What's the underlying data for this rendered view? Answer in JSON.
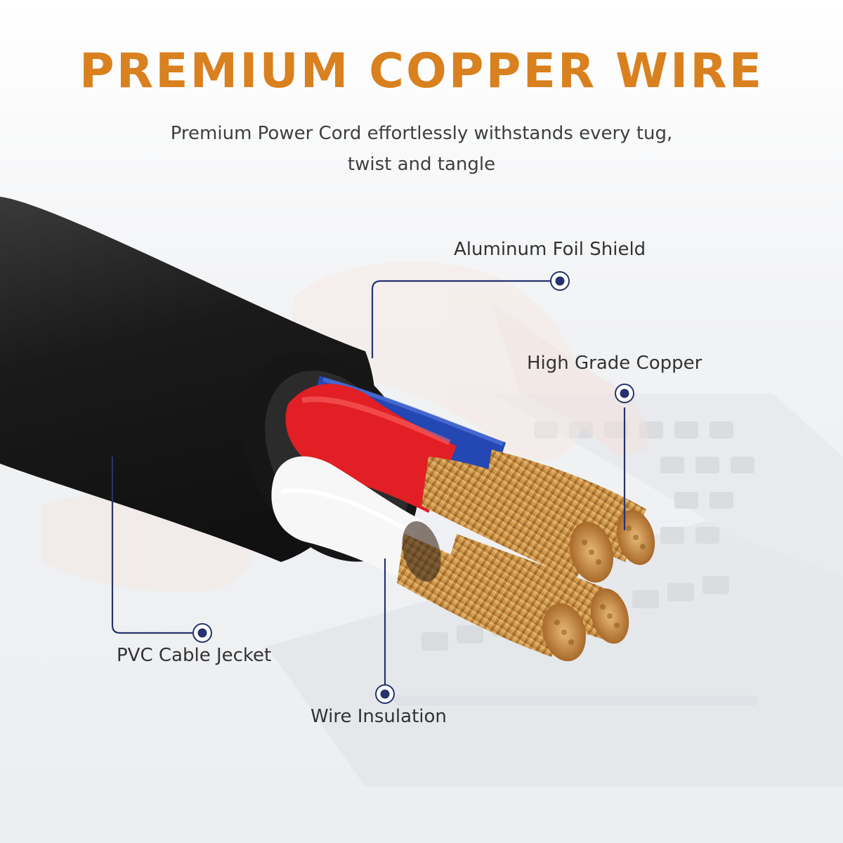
{
  "headline": "PREMIUM COPPER WIRE",
  "subtitle_lines": [
    "Premium Power Cord effortlessly withstands every tug,",
    "twist and tangle"
  ],
  "callouts": {
    "aluminum_foil_shield": "Aluminum Foil Shield",
    "high_grade_copper": "High Grade Copper",
    "pvc_cable_jacket": "PVC Cable Jecket",
    "wire_insulation": "Wire Insulation"
  },
  "colors": {
    "headline": "#d9801f",
    "callout_line": "#26336e",
    "jacket": "#1c1c1c",
    "red_wire": "#e11f24",
    "blue_wire": "#2347b3",
    "white_wire": "#f7f7f7",
    "copper": "#d4a35a"
  }
}
